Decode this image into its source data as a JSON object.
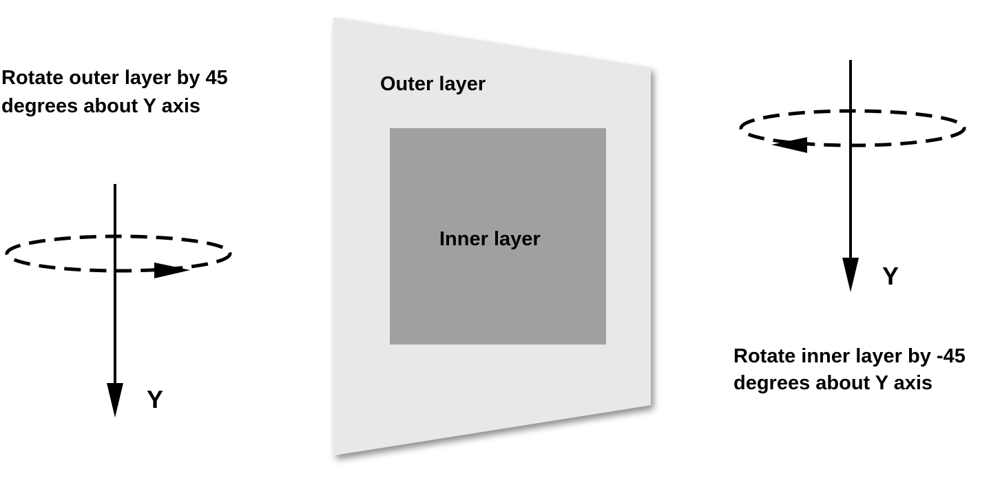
{
  "left_caption": {
    "line1": "Rotate outer layer by 45",
    "line2": "degrees about Y axis"
  },
  "right_caption": {
    "line1": "Rotate inner layer by -45",
    "line2": "degrees about Y axis"
  },
  "left_axis": {
    "label": "Y",
    "rotation_direction": "clockwise-arrow-right"
  },
  "right_axis": {
    "label": "Y",
    "rotation_direction": "arrow-left"
  },
  "outer_layer": {
    "label": "Outer layer",
    "fill": "#e8e8e8"
  },
  "inner_layer": {
    "label": "Inner layer",
    "fill": "#a0a0a0"
  },
  "colors": {
    "line": "#000000",
    "background": "#ffffff"
  }
}
